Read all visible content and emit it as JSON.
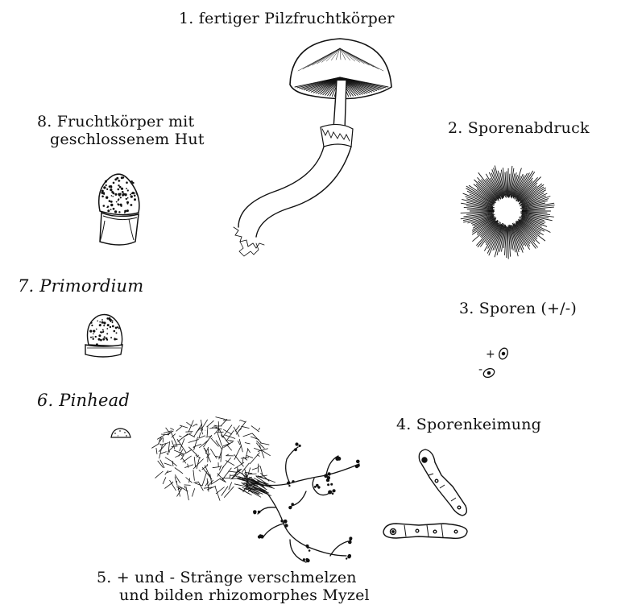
{
  "stages": {
    "s1": "1. fertiger Pilzfruchtkörper",
    "s2": "2. Sporenabdruck",
    "s3": "3. Sporen (+/-)",
    "s4": "4. Sporenkeimung",
    "s5_line1": "5. + und - Stränge verschmelzen",
    "s5_line2": "und bilden rhizomorphes Myzel",
    "s6": "6. Pinhead",
    "s7": "7. Primordium",
    "s8_line1": "8. Fruchtkörper mit",
    "s8_line2": "geschlossenem Hut"
  },
  "spore_signs": {
    "plus": "+",
    "minus": "-"
  },
  "colors": {
    "ink": "#111111",
    "background": "#ffffff"
  }
}
